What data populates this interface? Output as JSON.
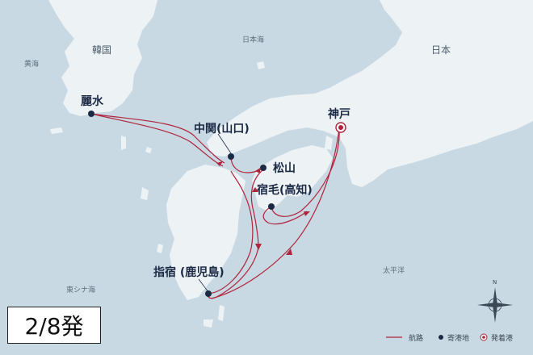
{
  "title_badge": "2/8発",
  "regions": {
    "korea": "韓国",
    "japan": "日本",
    "sea_of_japan": "日本海",
    "yellow_sea": "黄海",
    "east_china_sea": "東シナ海",
    "pacific": "太平洋"
  },
  "ports": {
    "yeosu": "麗水",
    "nakanoseki": "中関(山口)",
    "matsuyama": "松山",
    "sukumo": "宿毛(高知)",
    "kobe": "神戸",
    "ibusuki": "指宿 (鹿児島)"
  },
  "compass": {
    "north": "N"
  },
  "legend": {
    "route": "航路",
    "port_of_call": "寄港地",
    "departure_port": "発着港"
  },
  "colors": {
    "sea": "#c9d9e3",
    "land": "#edf2f5",
    "route": "#b0243c",
    "port": "#1b2a44"
  }
}
